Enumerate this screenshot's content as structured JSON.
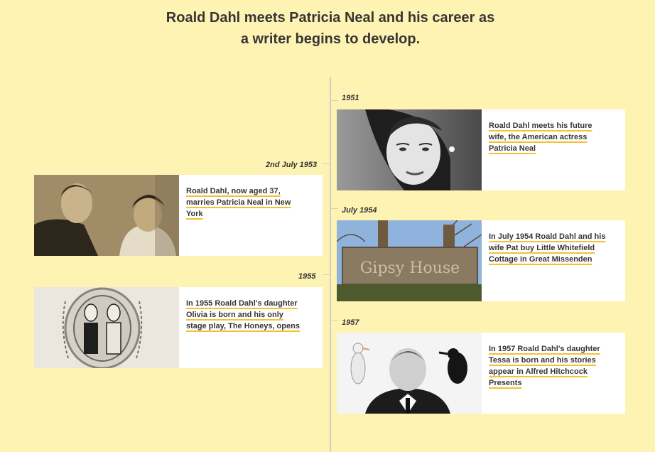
{
  "header": {
    "title_line1": "Roald Dahl meets Patricia Neal and his career as",
    "title_line2": "a writer begins to develop."
  },
  "events": {
    "e1951": {
      "date": "1951",
      "text": "Roald Dahl meets his future wife, the American actress Patricia Neal",
      "image": "portrait-photo-icon"
    },
    "e1953": {
      "date": "2nd July 1953",
      "text": "Roald Dahl, now aged 37, marries Patricia Neal in New York",
      "image": "wedding-photo-icon"
    },
    "e1954": {
      "date": "July 1954",
      "text": "In July 1954 Roald Dahl and his wife Pat buy Little Whitefield Cottage in Great Missenden",
      "image": "gipsy-house-sign-icon",
      "sign_text": "Gipsy House"
    },
    "e1955": {
      "date": "1955",
      "text": "In 1955 Roald Dahl's daughter Olivia is born and his only stage play, The Honeys, opens",
      "image": "playbill-illustration-icon"
    },
    "e1957": {
      "date": "1957",
      "text": "In 1957 Roald Dahl's daughter Tessa is born and his stories appear in Alfred Hitchcock Presents",
      "image": "hitchcock-birds-photo-icon"
    }
  },
  "colors": {
    "background": "#fff3b4",
    "underline": "#f2c230",
    "axis": "#d3d0c2"
  }
}
